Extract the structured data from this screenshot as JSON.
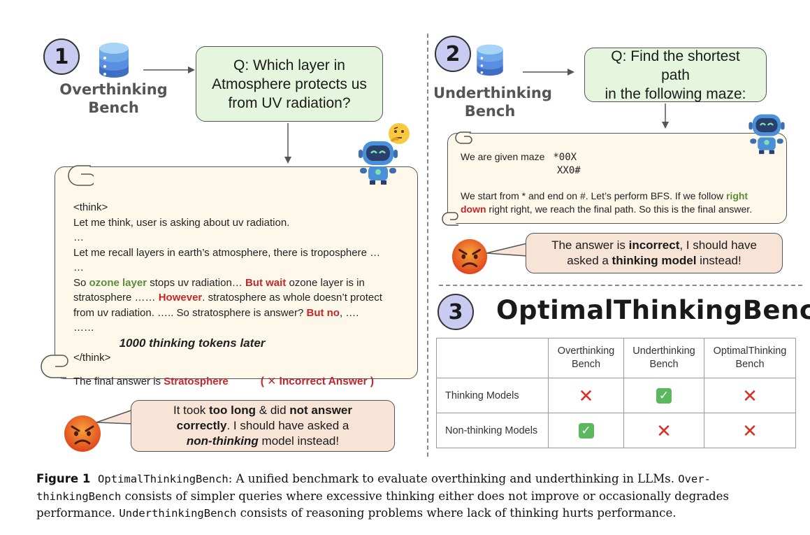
{
  "panel1": {
    "number": "1",
    "bench_label_line1": "Overthinking",
    "bench_label_line2": "Bench",
    "question_lines": [
      "Q: Which layer in",
      "Atmosphere protects us",
      "from UV radiation?"
    ],
    "scroll": {
      "think_open": "<think>",
      "line1": "Let me think, user is asking about uv radiation.",
      "ellipsis1": "…",
      "line2": "Let me recall layers in earth’s atmosphere, there is troposphere …",
      "ellipsis2": "…",
      "line3_a": "So ",
      "line3_ozone": "ozone layer",
      "line3_b": " stops uv radiation… ",
      "line3_butwait": "But wait",
      "line3_c": " ozone layer is in",
      "line4_a": "stratosphere …… ",
      "line4_however": "However",
      "line4_b": ". stratosphere as whole doesn’t protect",
      "line5_a": "from uv radiation. ….. So stratosphere is answer? ",
      "line5_butno": "But no",
      "line5_b": ", ….",
      "ellipsis3": "……",
      "tokens_later": "1000 thinking tokens later",
      "think_close": "</think>",
      "final_a": "The final answer is ",
      "final_answer": "Stratosphere",
      "verdict": "( ✕  Incorrect Answer )"
    },
    "speech": {
      "l1_a": "It took ",
      "l1_b": "too long",
      "l1_c": " & did ",
      "l1_d": "not answer",
      "l2_a": "correctly",
      "l2_b": ". I should have asked a",
      "l3_a": "non-thinking",
      "l3_b": " model instead!"
    }
  },
  "panel2": {
    "number": "2",
    "bench_label_line1": "Underthinking",
    "bench_label_line2": "Bench",
    "question_lines": [
      "Q: Find the shortest path",
      "in the following maze:"
    ],
    "scroll": {
      "maze_intro": "We are given maze",
      "maze_row1": "*00X",
      "maze_row2": "XX0#",
      "l1_a": "We start from * and end on #. Let’s perform BFS. If we follow ",
      "l1_right": "right",
      "l2_down": "down",
      "l2_b": " right right, we reach the final path. So this is the final answer."
    },
    "speech": {
      "l1_a": "The answer is ",
      "l1_b": "incorrect",
      "l1_c": ", I should have",
      "l2_a": "asked a ",
      "l2_b": "thinking model",
      "l2_c": " instead!"
    }
  },
  "panel3": {
    "number": "3",
    "title": "OptimalThinkingBench",
    "table": {
      "headers": [
        [
          "Overthinking",
          "Bench"
        ],
        [
          "Underthinking",
          "Bench"
        ],
        [
          "OptimalThinking",
          "Bench"
        ]
      ],
      "rows": [
        {
          "label": "Thinking Models",
          "cells": [
            "cross",
            "check",
            "cross"
          ]
        },
        {
          "label": "Non-thinking Models",
          "cells": [
            "check",
            "cross",
            "cross"
          ]
        }
      ]
    }
  },
  "caption": {
    "fig_label": "Figure 1",
    "l1_mono": "OptimalThinkingBench",
    "l1_text": ": A unified benchmark to evaluate overthinking and underthinking in LLMs.",
    "l1_mono2": "Over-",
    "l2_mono": "thinkingBench",
    "l2_text": " consists of simpler queries where excessive thinking either does not improve or occasionally degrades",
    "l3_a": "performance. ",
    "l3_mono": "UnderthinkingBench",
    "l3_b": " consists of reasoning problems where lack of thinking hurts performance."
  },
  "colors": {
    "question_bg": "#e6f6de",
    "scroll_bg": "#fdf8ea",
    "speech_bg": "#f8e4d6",
    "circle_bg": "#c9ccf0",
    "highlight_green": "#5a8d3a",
    "highlight_red": "#c0282d"
  },
  "icons": [
    "database-icon",
    "robot-icon",
    "thinking-face-icon",
    "angry-face-icon",
    "cross-mark-icon",
    "check-mark-icon",
    "arrow-icon"
  ]
}
